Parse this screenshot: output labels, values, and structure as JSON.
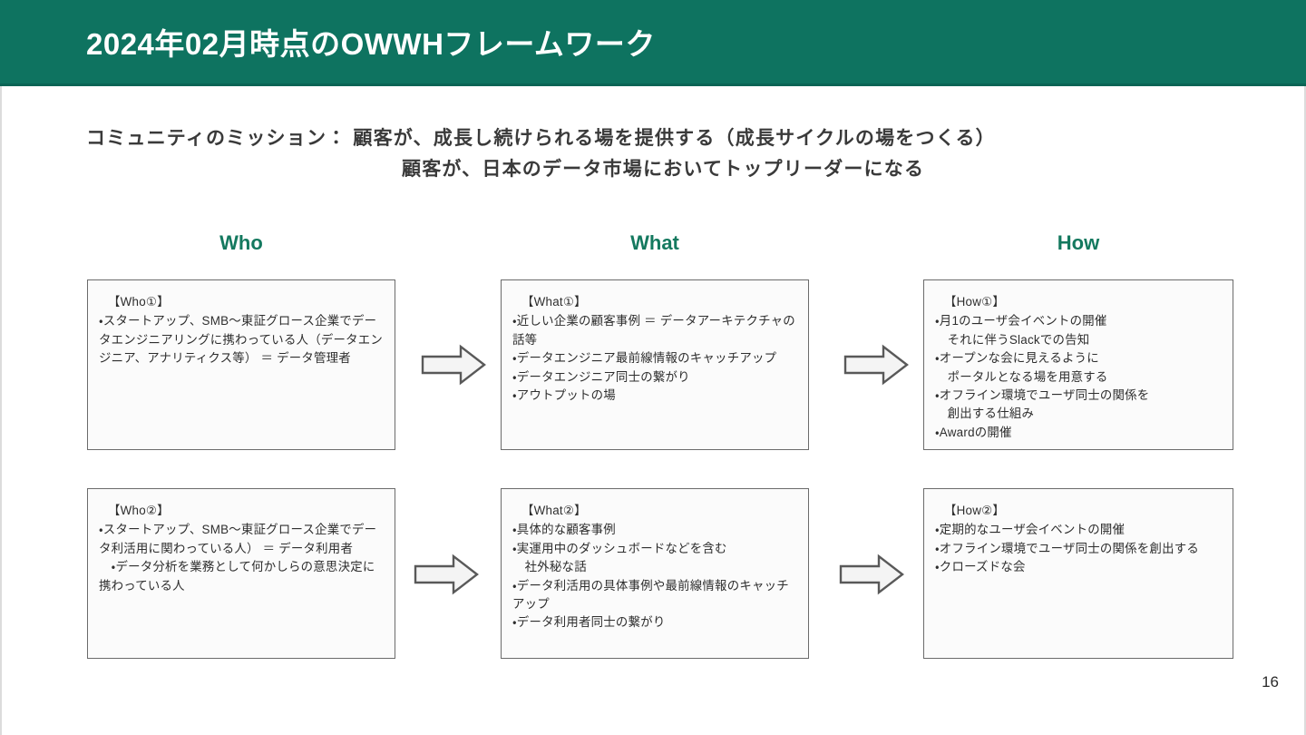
{
  "slide": {
    "title": "2024年02月時点のOWWHフレームワーク",
    "page_number": "16",
    "accent_color": "#0e7360",
    "header_color": "#14795f",
    "box_border_color": "#6b6b6b",
    "background_color": "#ffffff"
  },
  "mission": {
    "line1": "コミュニティのミッション： 顧客が、成長し続けられる場を提供する（成長サイクルの場をつくる）",
    "line2": "顧客が、日本のデータ市場においてトップリーダーになる"
  },
  "columns": [
    {
      "key": "who",
      "label": "Who"
    },
    {
      "key": "what",
      "label": "What"
    },
    {
      "key": "how",
      "label": "How"
    }
  ],
  "rows": [
    {
      "id": "row-1",
      "who": {
        "heading": "【Who①】",
        "body": "・スタートアップ、SMB〜東証グロース企業でデータエンジニアリングに携わっている人（データエンジニア、アナリティクス等） ＝ データ管理者"
      },
      "what": {
        "heading": "【What①】",
        "body": "・近しい企業の顧客事例 ＝ データアーキテクチャの話等\n・データエンジニア最前線情報のキャッチアップ\n・データエンジニア同士の繋がり\n・アウトプットの場"
      },
      "how": {
        "heading": "【How①】",
        "body": "・月1のユーザ会イベントの開催\n 　それに伴うSlackでの告知\n・オープンな会に見えるように\n 　ポータルとなる場を用意する\n・オフライン環境でユーザ同士の関係を\n 　創出する仕組み\n・Awardの開催"
      }
    },
    {
      "id": "row-2",
      "who": {
        "heading": "【Who②】",
        "body": "・スタートアップ、SMB〜東証グロース企業でデータ利活用に関わっている人） ＝ データ利用者\n　・データ分析を業務として何かしらの意思決定に携わっている人"
      },
      "what": {
        "heading": "【What②】",
        "body": "・具体的な顧客事例\n・実運用中のダッシュボードなどを含む\n 　社外秘な話\n・データ利活用の具体事例や最前線情報のキャッチアップ\n・データ利用者同士の繋がり"
      },
      "how": {
        "heading": "【How②】",
        "body": "・定期的なユーザ会イベントの開催\n・オフライン環境でユーザ同士の関係を創出する\n・クローズドな会"
      }
    }
  ],
  "arrows": [
    {
      "id": "arrow-who1-what1",
      "icon": "right-arrow-icon"
    },
    {
      "id": "arrow-what1-how1",
      "icon": "right-arrow-icon"
    },
    {
      "id": "arrow-who2-what2",
      "icon": "right-arrow-icon"
    },
    {
      "id": "arrow-what2-how2",
      "icon": "right-arrow-icon"
    }
  ]
}
